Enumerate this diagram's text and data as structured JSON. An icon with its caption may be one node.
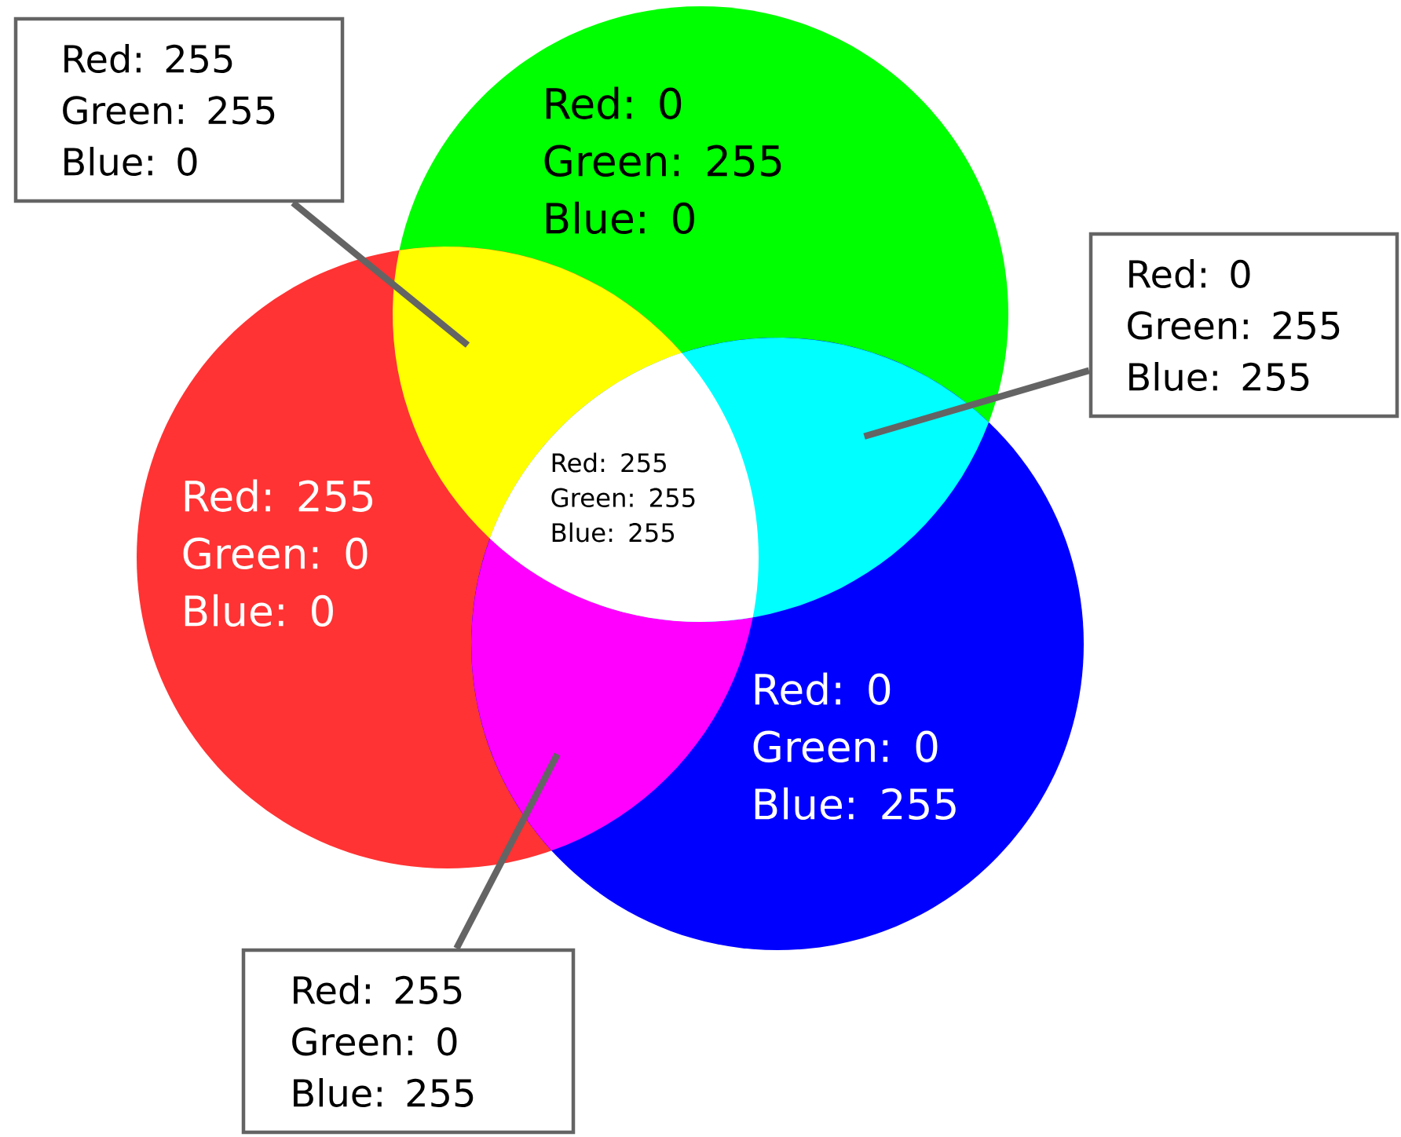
{
  "diagram": {
    "nodes": [
      {
        "text": [
          "Red: 255 Green: 255 Blue: 0"
        ]
      },
      {
        "text": [
          "Red: 0 Green: 255 Blue: 0"
        ]
      },
      {
        "text": [
          "Red: 0 Green: 255 Blue: 255"
        ]
      },
      {
        "text": [
          "Red: 255 Green: 0 Blue: 0"
        ]
      },
      {
        "text": [
          "Red: 255 Green: 255 Blue: 255"
        ]
      },
      {
        "text": [
          "Red: 0 Green: 0 Blue: 255"
        ]
      },
      {
        "text": [
          "Red: 255 Green: 0 Blue: 255"
        ]
      },
      {
        "text": [],
        "shape": "lens"
      },
      {
        "text": [],
        "shape": "lens"
      },
      {
        "text": [],
        "shape": "lens"
      }
    ],
    "edges": [
      {
        "from": 0,
        "to": 7,
        "arrow": "none"
      },
      {
        "from": 2,
        "to": 9,
        "arrow": "none"
      },
      {
        "from": 6,
        "to": 8,
        "arrow": "none"
      }
    ]
  }
}
